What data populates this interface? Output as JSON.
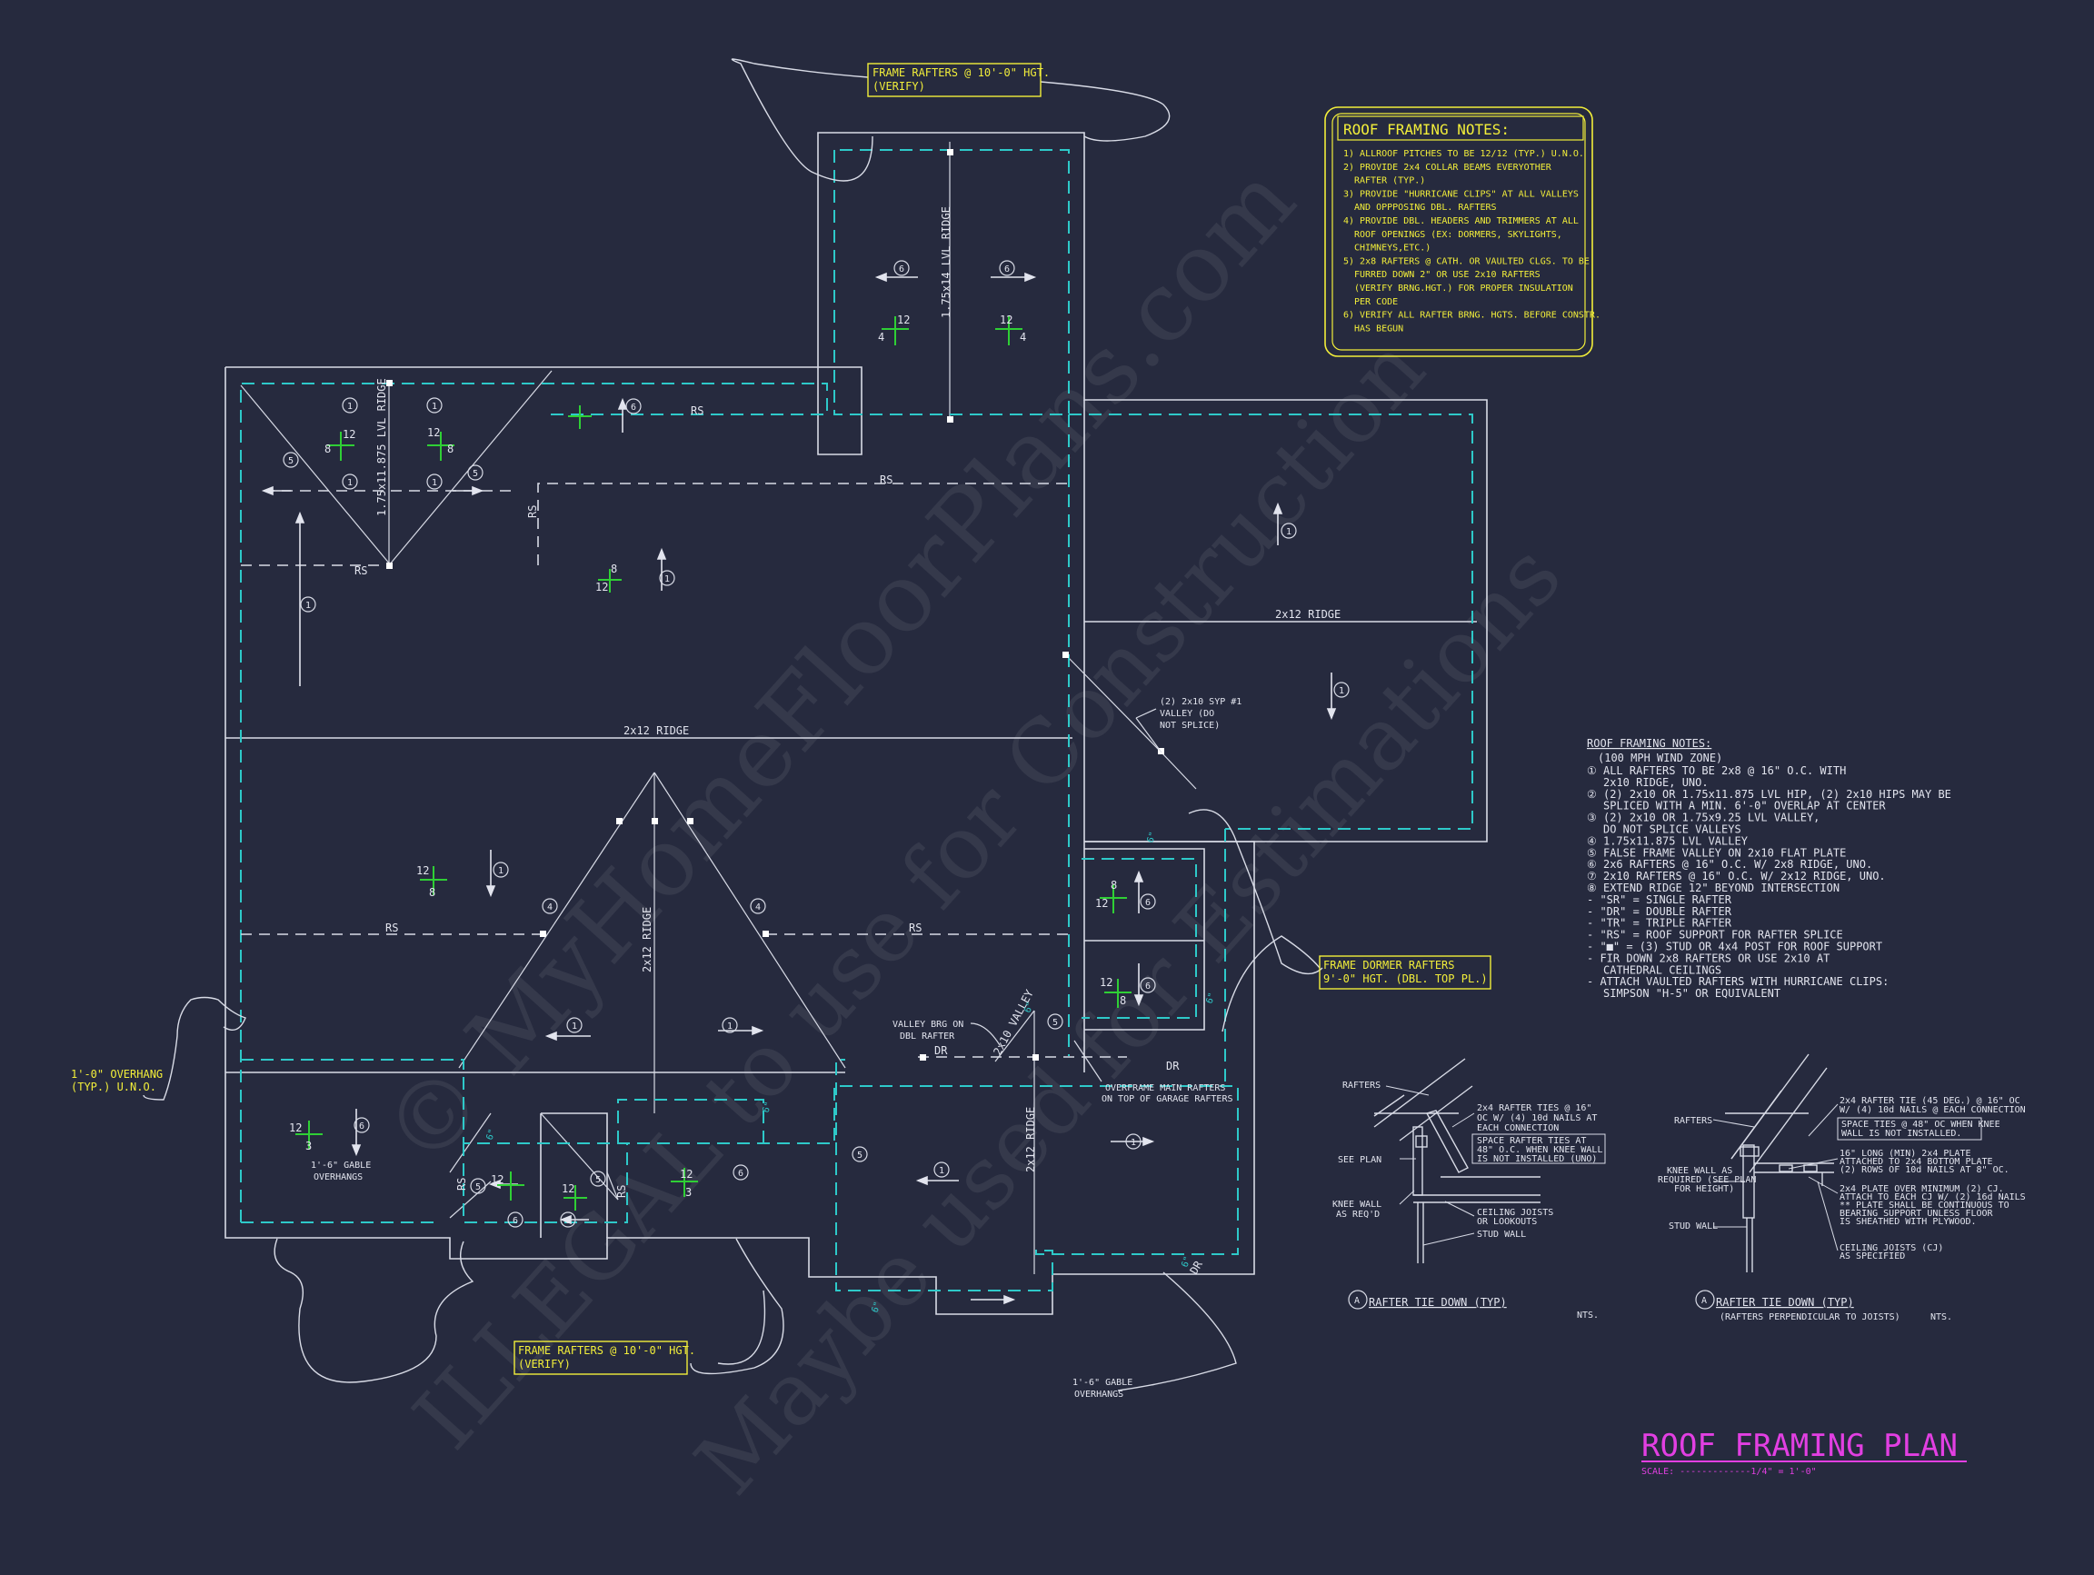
{
  "drawing": {
    "title": "ROOF FRAMING PLAN",
    "scale_line": "SCALE: -------------1/4\" = 1'-0\"",
    "watermarks": [
      "© MyHomeFloorPlans.com",
      "ILLEGAL to use for Construction",
      "Maybe used for Estimations"
    ]
  },
  "notes_box": {
    "title": "ROOF FRAMING NOTES:",
    "lines": [
      "1) ALLROOF PITCHES TO BE 12/12 (TYP.) U.N.O.",
      "2) PROVIDE 2x4 COLLAR BEAMS EVERYOTHER",
      "RAFTER (TYP.)",
      "3) PROVIDE \"HURRICANE CLIPS\" AT ALL VALLEYS",
      "AND OPPPOSING DBL. RAFTERS",
      "4) PROVIDE DBL. HEADERS AND TRIMMERS AT ALL",
      "ROOF OPENINGS (EX: DORMERS, SKYLIGHTS,",
      "CHIMNEYS,ETC.)",
      "5) 2x8 RAFTERS @ CATH. OR VAULTED CLGS. TO BE",
      "FURRED DOWN 2\" OR USE 2x10 RAFTERS",
      "(VERIFY BRNG.HGT.) FOR PROPER INSULATION",
      "PER CODE",
      "6) VERIFY ALL RAFTER BRNG. HGTS. BEFORE CONSTR.",
      "HAS BEGUN"
    ]
  },
  "legend": {
    "title": "ROOF FRAMING NOTES:",
    "subtitle": "(100 MPH WIND ZONE)",
    "items": [
      "① ALL RAFTERS TO BE 2x8 @ 16\" O.C. WITH",
      "2x10 RIDGE, UNO.",
      "② (2) 2x10 OR 1.75x11.875 LVL HIP, (2) 2x10 HIPS MAY BE",
      "SPLICED WITH A MIN. 6'-0\" OVERLAP AT CENTER",
      "③ (2) 2x10 OR 1.75x9.25 LVL VALLEY,",
      "DO NOT SPLICE VALLEYS",
      "④ 1.75x11.875 LVL VALLEY",
      "⑤ FALSE FRAME VALLEY ON 2x10 FLAT PLATE",
      "⑥ 2x6 RAFTERS @ 16\" O.C. W/ 2x8 RIDGE, UNO.",
      "⑦ 2x10 RAFTERS @ 16\" O.C. W/ 2x12 RIDGE, UNO.",
      "⑧ EXTEND RIDGE 12\" BEYOND INTERSECTION",
      "- \"SR\" = SINGLE RAFTER",
      "- \"DR\" = DOUBLE RAFTER",
      "- \"TR\" = TRIPLE RAFTER",
      "- \"RS\" = ROOF SUPPORT FOR RAFTER SPLICE",
      "- \"■\" = (3) STUD OR 4x4 POST FOR ROOF SUPPORT",
      "- FIR DOWN 2x8 RAFTERS OR USE 2x10 AT",
      "CATHEDRAL CEILINGS",
      "- ATTACH VAULTED RAFTERS WITH HURRICANE CLIPS:",
      "SIMPSON \"H-5\" OR EQUIVALENT"
    ]
  },
  "callouts": {
    "top_frame": [
      "FRAME RAFTERS @ 10'-0\" HGT.",
      "(VERIFY)"
    ],
    "bottom_frame": [
      "FRAME RAFTERS @ 10'-0\" HGT.",
      "(VERIFY)"
    ],
    "dormer": [
      "FRAME DORMER RAFTERS",
      "9'-0\" HGT. (DBL. TOP PL.)"
    ],
    "overhang": [
      "1'-0\" OVERHANG",
      "(TYP.) U.N.O."
    ]
  },
  "plan_labels": {
    "lvl_ridge_top": "1.75x14 LVL RIDGE",
    "lvl_ridge_left": "1.75x11.875 LVL RIDGE",
    "ridge_right": "2x12 RIDGE",
    "ridge_main": "2x12 RIDGE",
    "ridge_center": "2x12 RIDGE",
    "ridge_bottom": "2x12 RIDGE",
    "valley_note": [
      "(2) 2x10 SYP #1",
      "VALLEY (DO",
      "NOT SPLICE)"
    ],
    "valley_brg": [
      "VALLEY BRG ON",
      "DBL RAFTER"
    ],
    "valley_diag": "2x10 VALLEY",
    "overframe": [
      "OVERFRAME MAIN RAFTERS",
      "ON TOP OF GARAGE RAFTERS"
    ],
    "gable_left": [
      "1'-6\" GABLE",
      "OVERHANGS"
    ],
    "gable_bottom": [
      "1'-6\" GABLE",
      "OVERHANGS"
    ],
    "rs": "RS",
    "dr": "DR",
    "pitch12": "12",
    "pitch8": "8",
    "pitch4": "4",
    "pitch3": "3",
    "pitch6in": "6\"",
    "c1": "1",
    "c4": "4",
    "c5": "5",
    "c6": "6"
  },
  "details": {
    "left": {
      "title": "RAFTER TIE DOWN (TYP)",
      "bubble": "A",
      "nts": "NTS.",
      "rafters": "RAFTERS",
      "see_plan": "SEE PLAN",
      "knee_wall": [
        "KNEE WALL",
        "AS REQ'D"
      ],
      "ties": [
        "2x4 RAFTER TIES @ 16\"",
        "OC W/ (4) 10d NAILS AT",
        "EACH CONNECTION"
      ],
      "space_note": [
        "SPACE RAFTER TIES AT",
        "48\" O.C. WHEN KNEE WALL",
        "IS NOT INSTALLED (UNO)"
      ],
      "ceiling": [
        "CEILING JOISTS",
        "OR LOOKOUTS"
      ],
      "stud_wall": "STUD WALL"
    },
    "right": {
      "title": "RAFTER TIE DOWN (TYP)",
      "bubble": "A",
      "nts": "NTS.",
      "subtitle": "(RAFTERS PERPENDICULAR TO JOISTS)",
      "rafters": "RAFTERS",
      "knee_wall": [
        "KNEE WALL AS",
        "REQUIRED (SEE PLAN",
        "FOR HEIGHT)"
      ],
      "stud_wall": "STUD WALL",
      "ties": [
        "2x4 RAFTER TIE (45 DEG.) @ 16\" OC",
        "W/ (4) 10d NAILS @ EACH CONNECTION"
      ],
      "space_note": [
        "SPACE TIES @ 48\" OC WHEN KNEE",
        "WALL IS NOT INSTALLED."
      ],
      "plate1": [
        "16\" LONG (MIN) 2x4 PLATE",
        "ATTACHED TO 2x4 BOTTOM PLATE",
        "(2) ROWS OF 10d NAILS AT 8\" OC."
      ],
      "plate2": [
        "2x4 PLATE OVER MINIMUM (2) CJ.",
        "ATTACH TO EACH CJ W/ (2) 16d NAILS",
        "** PLATE SHALL BE CONTINUOUS TO",
        "BEARING SUPPORT UNLESS FLOOR",
        "IS SHEATHED WITH PLYWOOD."
      ],
      "ceiling": [
        "CEILING JOISTS (CJ)",
        "AS SPECIFIED"
      ]
    }
  }
}
